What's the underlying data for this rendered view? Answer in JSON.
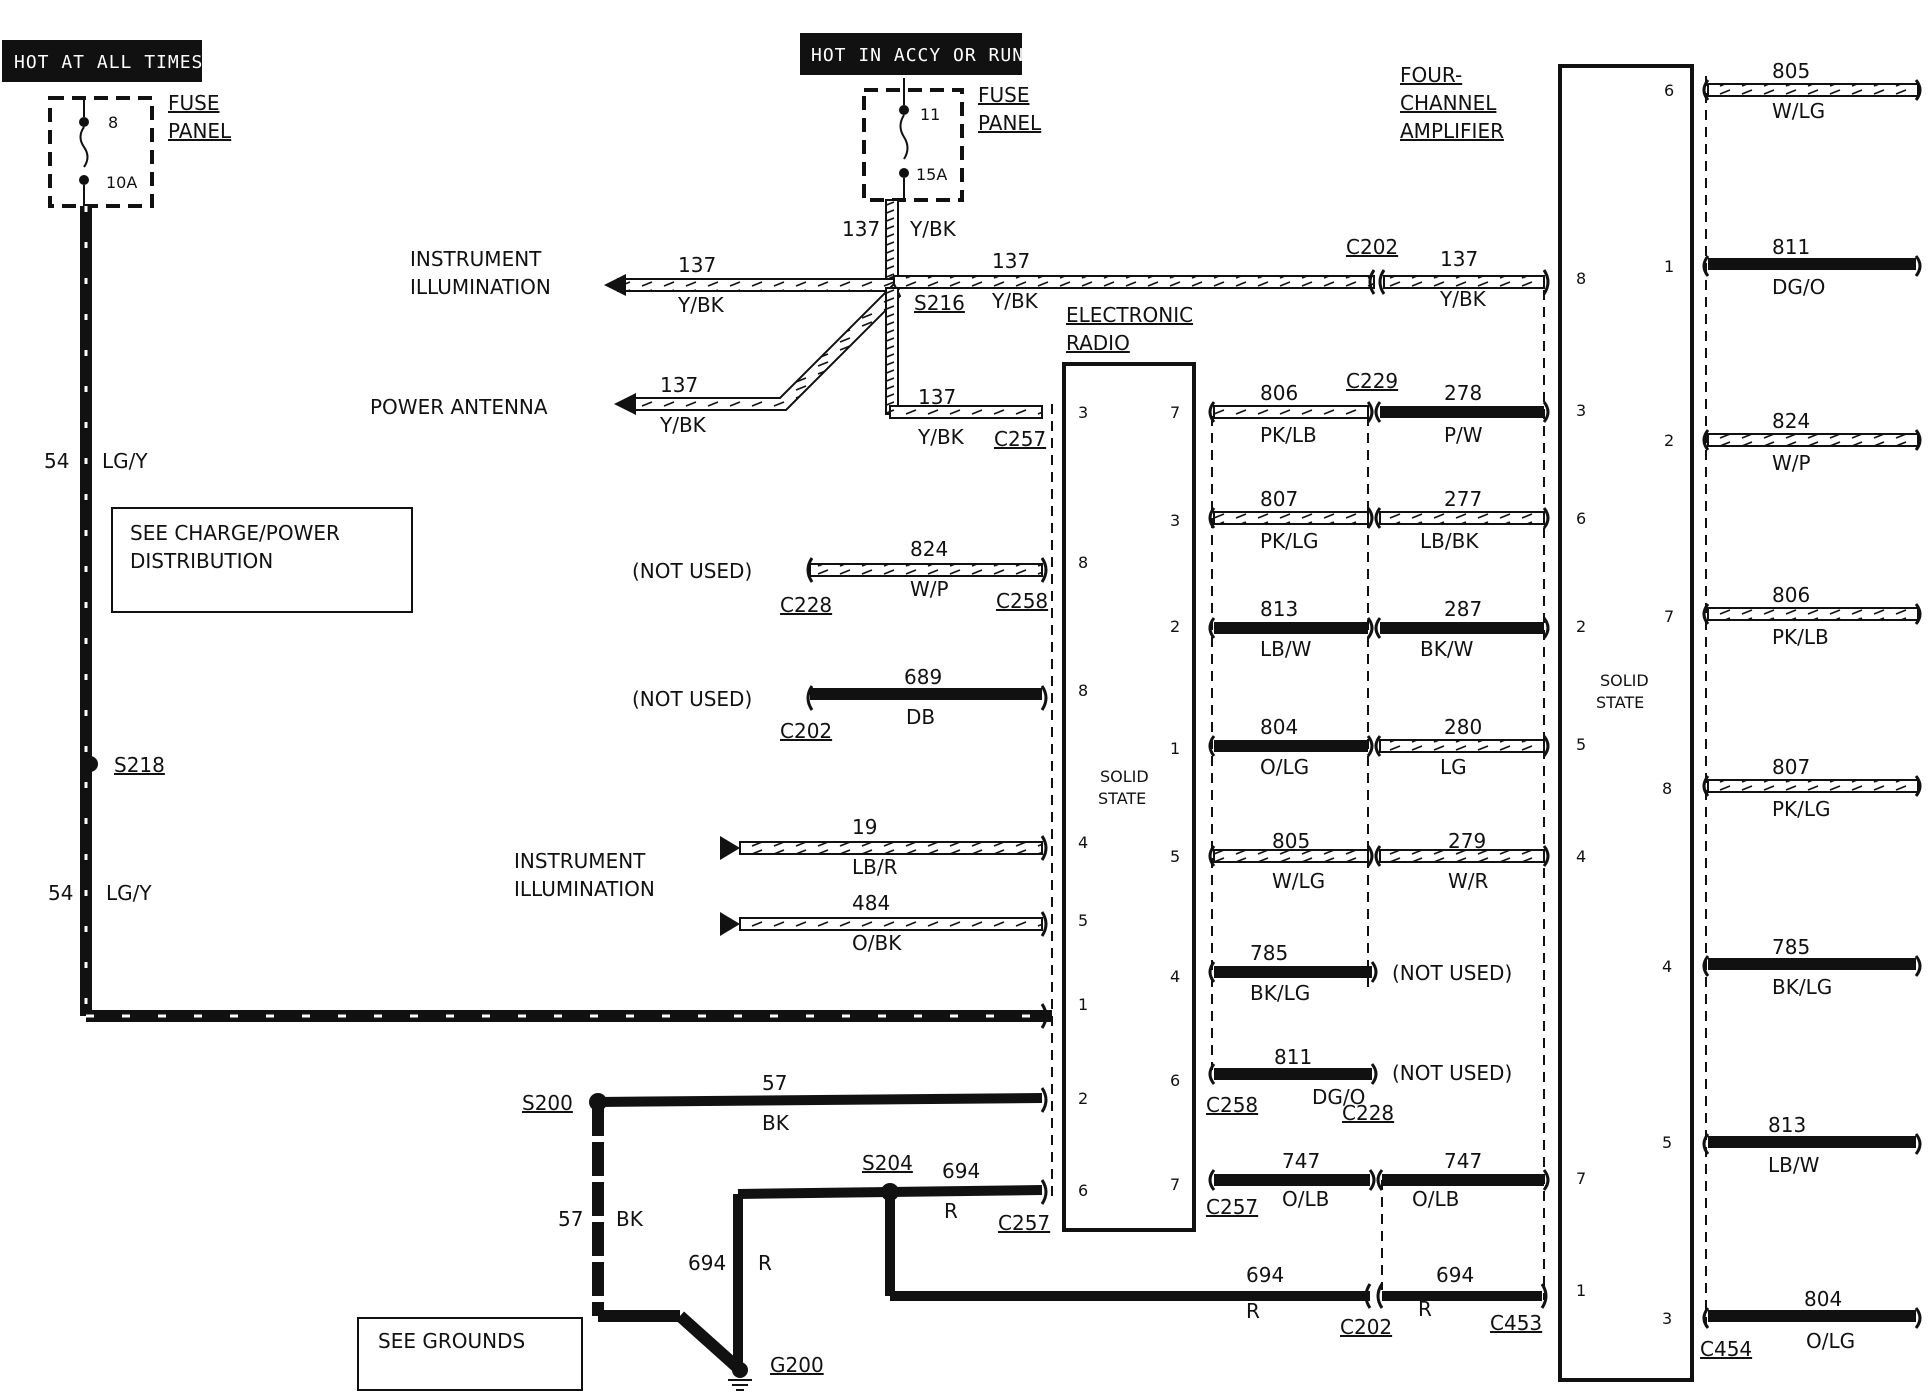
{
  "header_tags": {
    "hot_at_all_times": "HOT AT ALL TIMES",
    "hot_in_accy_or_run": "HOT IN ACCY OR RUN"
  },
  "fuses": {
    "left": {
      "number": "8",
      "rating": "10A",
      "label_line1": "FUSE",
      "label_line2": "PANEL"
    },
    "center": {
      "number": "11",
      "rating": "15A",
      "label_line1": "FUSE",
      "label_line2": "PANEL"
    }
  },
  "components": {
    "electronic_radio_line1": "ELECTRONIC",
    "electronic_radio_line2": "RADIO",
    "radio_inner_line1": "SOLID",
    "radio_inner_line2": "STATE",
    "amplifier_line1": "FOUR-",
    "amplifier_line2": "CHANNEL",
    "amplifier_line3": "AMPLIFIER",
    "amp_inner_line1": "SOLID",
    "amp_inner_line2": "STATE"
  },
  "notes": {
    "charge_power_line1": "SEE CHARGE/POWER",
    "charge_power_line2": "DISTRIBUTION",
    "see_grounds": "SEE GROUNDS",
    "not_used": "(NOT USED)"
  },
  "destinations": {
    "instrument_illumination_1_line1": "INSTRUMENT",
    "instrument_illumination_1_line2": "ILLUMINATION",
    "power_antenna": "POWER ANTENNA",
    "instrument_illumination_2_line1": "INSTRUMENT",
    "instrument_illumination_2_line2": "ILLUMINATION"
  },
  "splices": {
    "s216": "S216",
    "s218": "S218",
    "s200": "S200",
    "s204": "S204",
    "g200": "G200"
  },
  "connectors": {
    "c202": "C202",
    "c257": "C257",
    "c228": "C228",
    "c258": "C258",
    "c229": "C229",
    "c453": "C453",
    "c454": "C454"
  },
  "wires": {
    "w54": "54",
    "lgy": "LG/Y",
    "w137": "137",
    "ybk": "Y/BK",
    "w824": "824",
    "wp": "W/P",
    "w689": "689",
    "db": "DB",
    "w19": "19",
    "lbr": "LB/R",
    "w484": "484",
    "obk": "O/BK",
    "w57": "57",
    "bk": "BK",
    "w694": "694",
    "r": "R",
    "w806": "806",
    "pklb": "PK/LB",
    "w278": "278",
    "pw": "P/W",
    "w807": "807",
    "pklg": "PK/LG",
    "w277": "277",
    "lbbk": "LB/BK",
    "w813": "813",
    "lbw": "LB/W",
    "w287": "287",
    "bkw": "BK/W",
    "w804": "804",
    "olg": "O/LG",
    "w280": "280",
    "lg": "LG",
    "w805": "805",
    "wlg": "W/LG",
    "w279": "279",
    "wr": "W/R",
    "w785": "785",
    "bklg": "BK/LG",
    "w811": "811",
    "dgo": "DG/O",
    "w747": "747",
    "olb": "O/LB"
  },
  "pins": {
    "p1": "1",
    "p2": "2",
    "p3": "3",
    "p4": "4",
    "p5": "5",
    "p6": "6",
    "p7": "7",
    "p8": "8"
  }
}
